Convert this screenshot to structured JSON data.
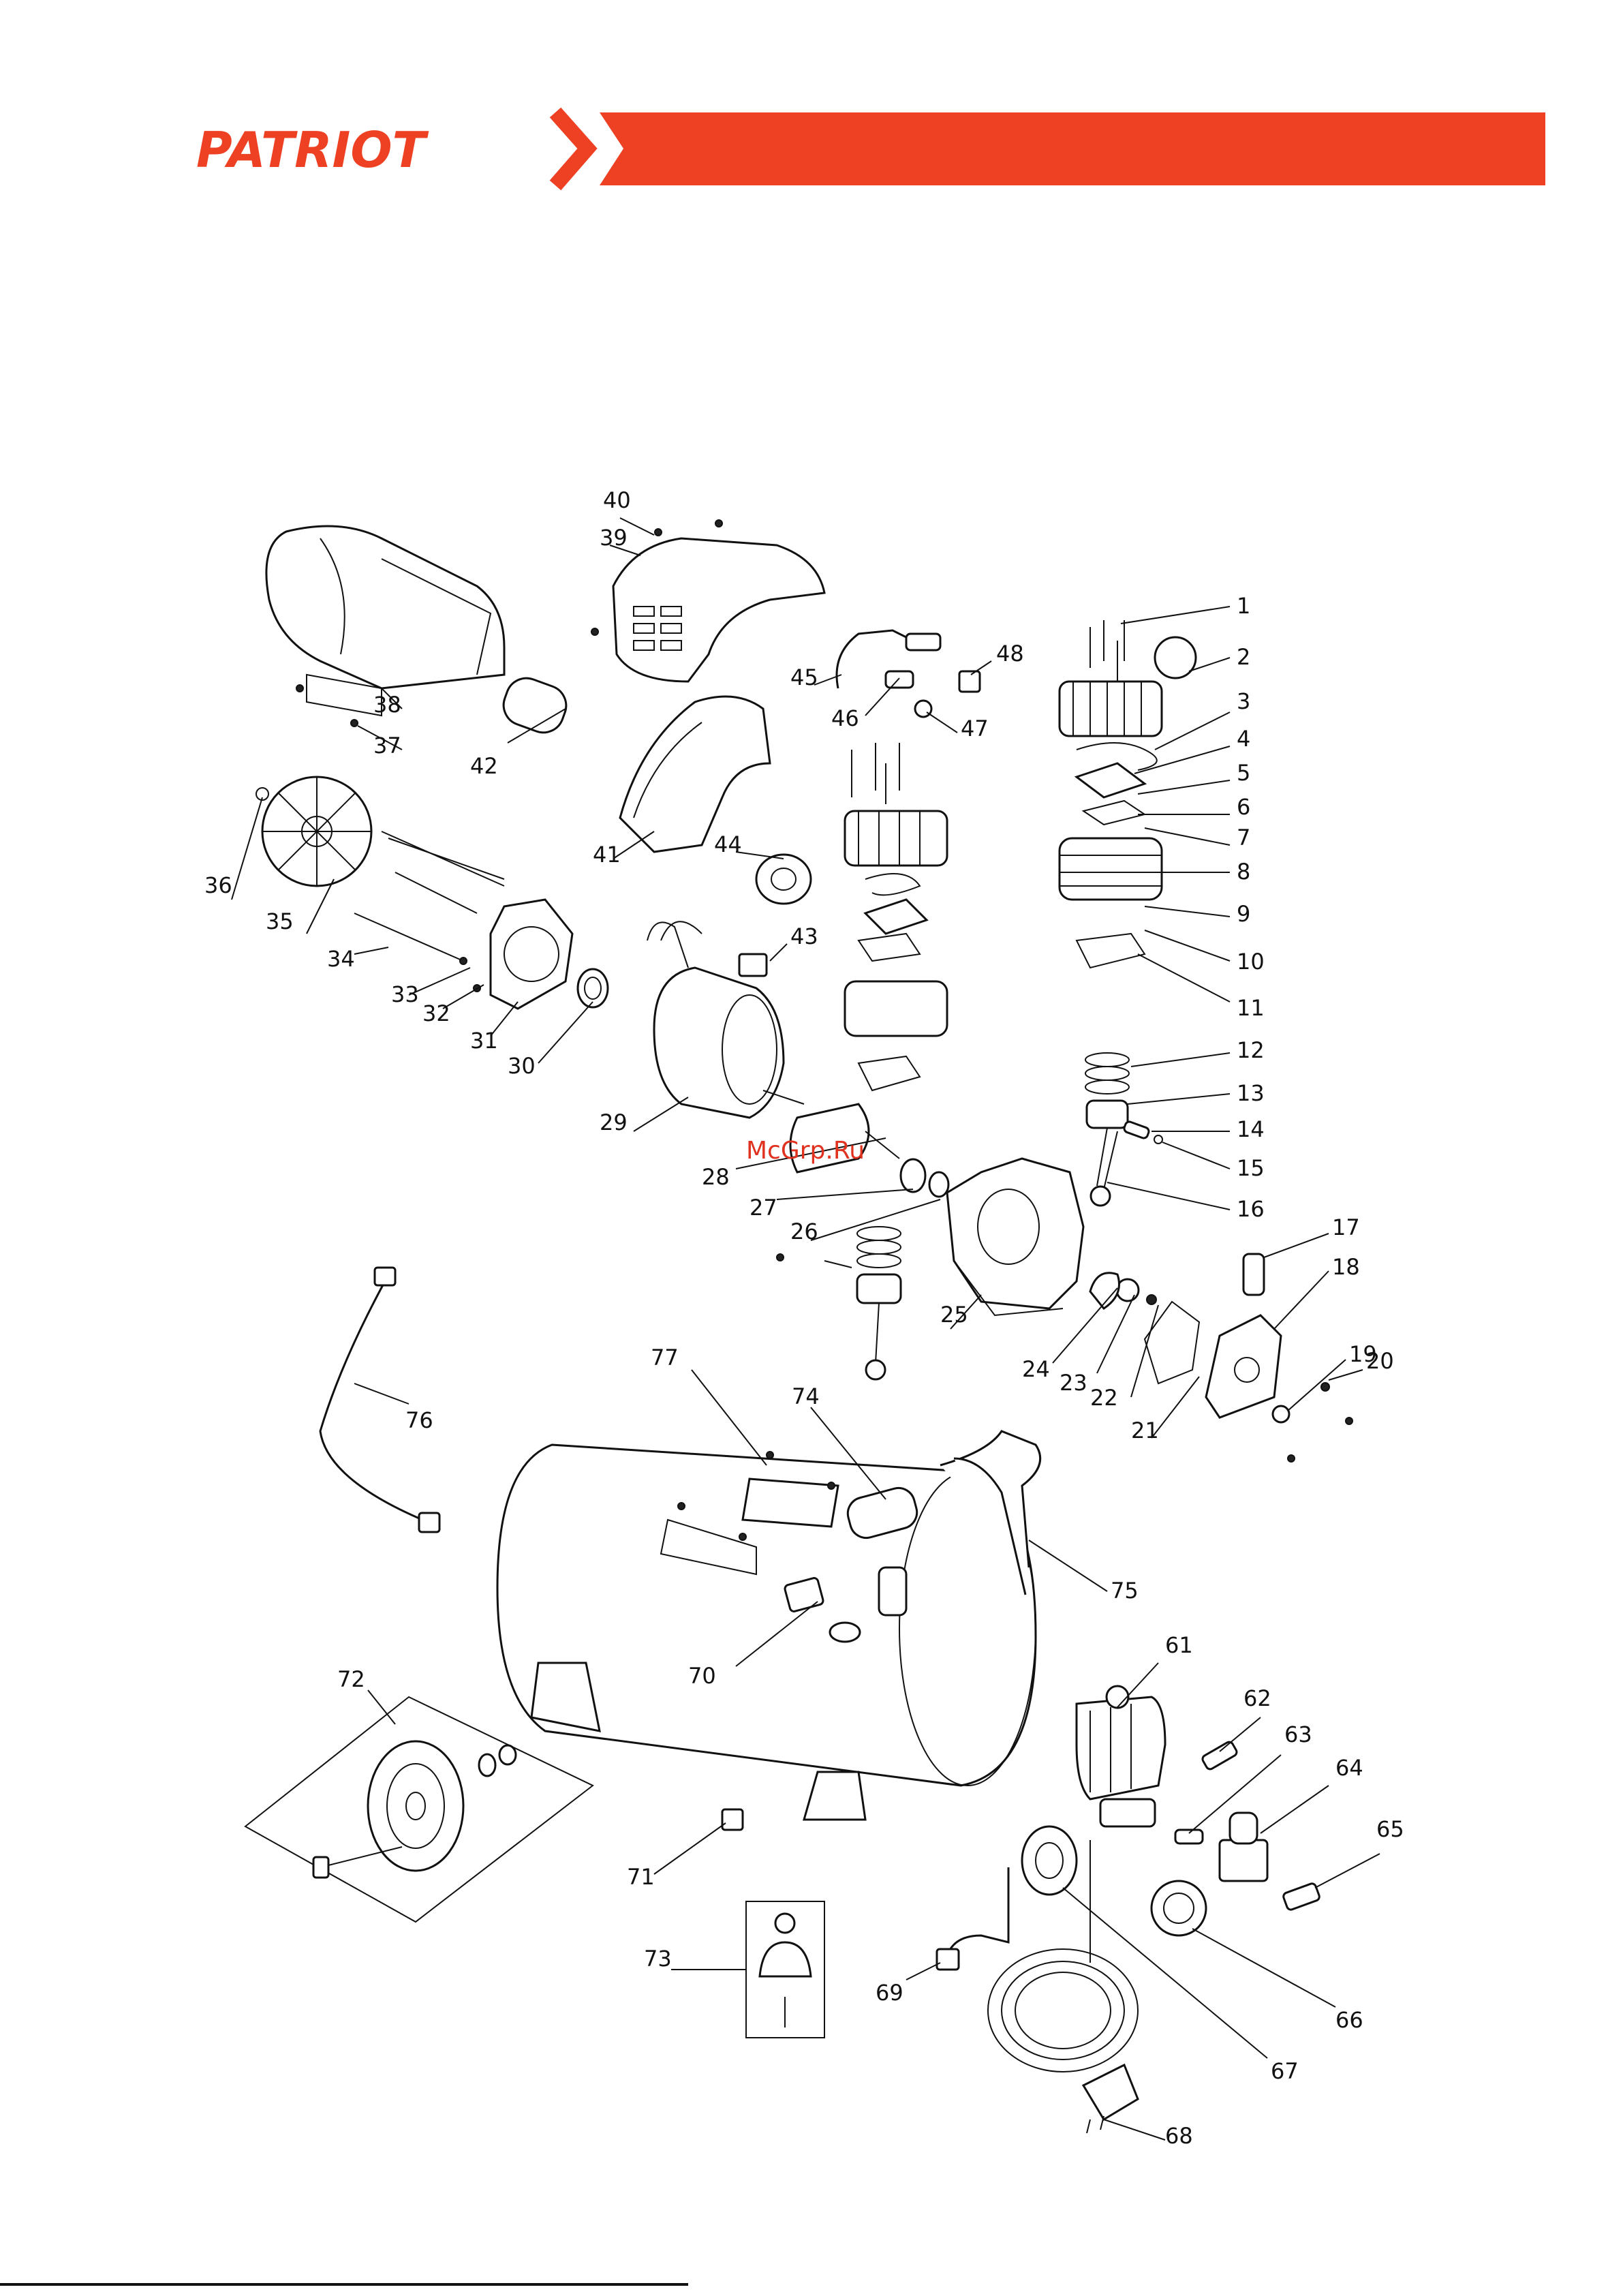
{
  "brand": {
    "logo_text": "PATRIOT",
    "accent_color": "#ee4123",
    "text_color": "#ffffff"
  },
  "watermark": "McGrp.Ru",
  "callouts": [
    "1",
    "2",
    "3",
    "4",
    "5",
    "6",
    "7",
    "8",
    "9",
    "10",
    "11",
    "12",
    "13",
    "14",
    "15",
    "16",
    "17",
    "18",
    "19",
    "20",
    "21",
    "22",
    "23",
    "24",
    "25",
    "26",
    "27",
    "28",
    "29",
    "30",
    "31",
    "32",
    "33",
    "34",
    "35",
    "36",
    "37",
    "38",
    "39",
    "40",
    "41",
    "42",
    "43",
    "44",
    "45",
    "46",
    "47",
    "48",
    "61",
    "62",
    "63",
    "64",
    "65",
    "66",
    "67",
    "68",
    "69",
    "70",
    "71",
    "72",
    "73",
    "74",
    "75",
    "76",
    "77"
  ]
}
